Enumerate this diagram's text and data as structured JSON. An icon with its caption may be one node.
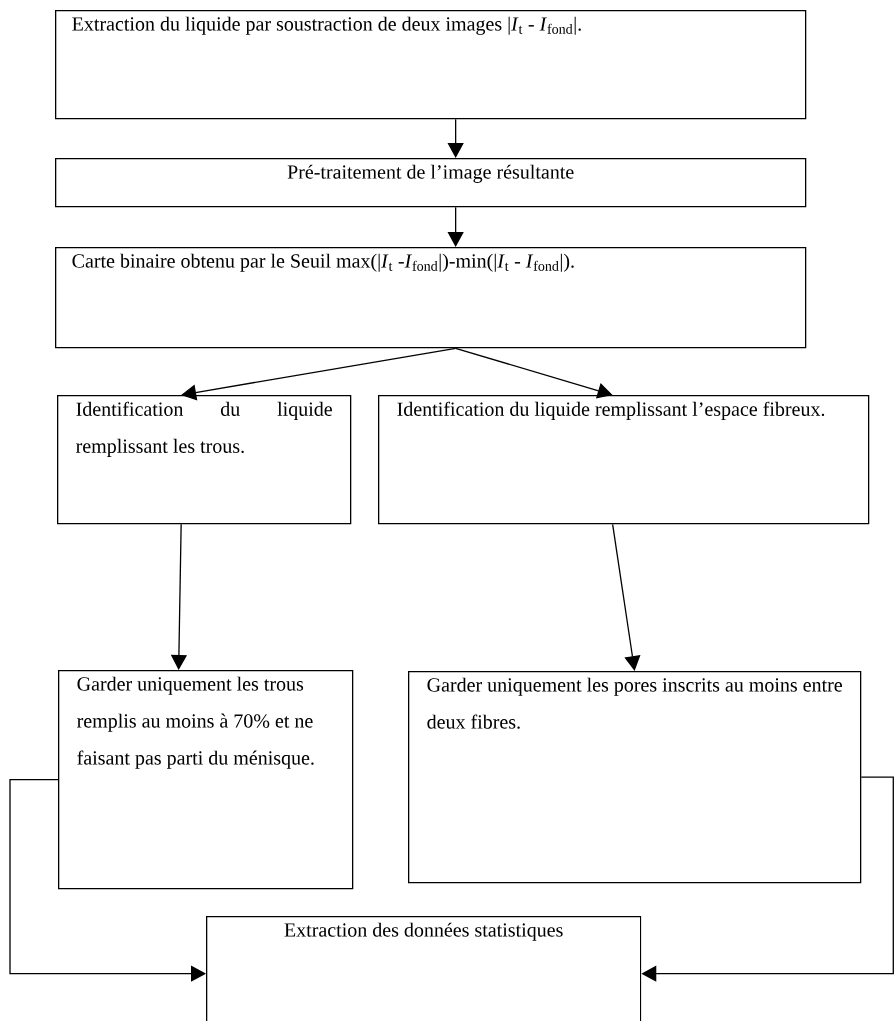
{
  "diagram": {
    "nodes": [
      {
        "text": [
          "Extraction du liquide par soustraction de deux images |*I*$_{t}$ - *I*$_{fond}$|."
        ]
      },
      {
        "text": [
          "Pré-traitement de l’image résultante"
        ]
      },
      {
        "text": [
          "Carte binaire obtenu par le Seuil max(|*I*$_{t}$ -*I*$_{fond}$|)-min(|*I*$_{t}$ - *I*$_{fond}$|)."
        ]
      },
      {
        "text": [
          "Identification du liquide remplissant les trous."
        ]
      },
      {
        "text": [
          "Identification du liquide remplissant l’espace fibreux."
        ]
      },
      {
        "text": [
          "Garder uniquement les trous remplis au moins à 70% et ne faisant pas parti du ménisque."
        ]
      },
      {
        "text": [
          "Garder uniquement les pores inscrits au moins entre deux fibres."
        ]
      },
      {
        "text": [
          "Extraction des données statistiques"
        ]
      }
    ],
    "edges": [
      {
        "from": 0,
        "to": 1,
        "arrow": "to"
      },
      {
        "from": 1,
        "to": 2,
        "arrow": "to"
      },
      {
        "from": 2,
        "to": 3,
        "arrow": "to"
      },
      {
        "from": 2,
        "to": 4,
        "arrow": "to"
      },
      {
        "from": 3,
        "to": 5,
        "arrow": "to"
      },
      {
        "from": 4,
        "to": 6,
        "arrow": "to"
      },
      {
        "from": 5,
        "to": 7,
        "arrow": "to"
      },
      {
        "from": 6,
        "to": 7,
        "arrow": "to"
      }
    ]
  }
}
